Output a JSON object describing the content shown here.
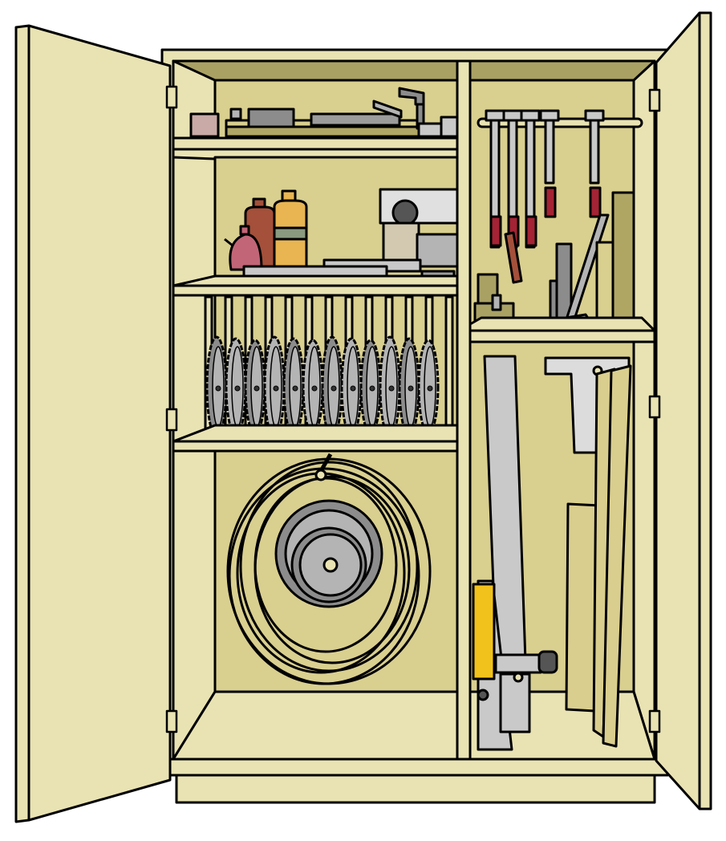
{
  "illustration": {
    "subject": "",
    "components": [
      {
        "id": "left-door",
        "kind": "door"
      },
      {
        "id": "right-door",
        "kind": "door"
      },
      {
        "id": "top-shelf",
        "kind": "shelf"
      },
      {
        "id": "chemicals-shelf",
        "kind": "shelf"
      },
      {
        "id": "saw-blade-rack",
        "kind": "rack",
        "blade_count": 12
      },
      {
        "id": "bandsaw-blade-storage",
        "kind": "hanging-storage"
      },
      {
        "id": "clamp-bar",
        "kind": "rod",
        "clamp_count": 5
      },
      {
        "id": "tall-storage",
        "kind": "bay"
      }
    ]
  },
  "colors": {
    "outline": "#000000",
    "cabinet": "#e9e3b3",
    "cabinet_interior": "#d9cf8f",
    "shadow": "#a9a164",
    "blade": "#b4b4b4",
    "blade_dark": "#8c8c8c",
    "bottle_red": "#a4503a",
    "bottle_orange": "#e8b552",
    "oil_can": "#c26677",
    "clamp_red": "#a42334",
    "metal": "#c9c9c9",
    "yellow_block": "#f1c21b",
    "plank": "#d9ce8e"
  }
}
